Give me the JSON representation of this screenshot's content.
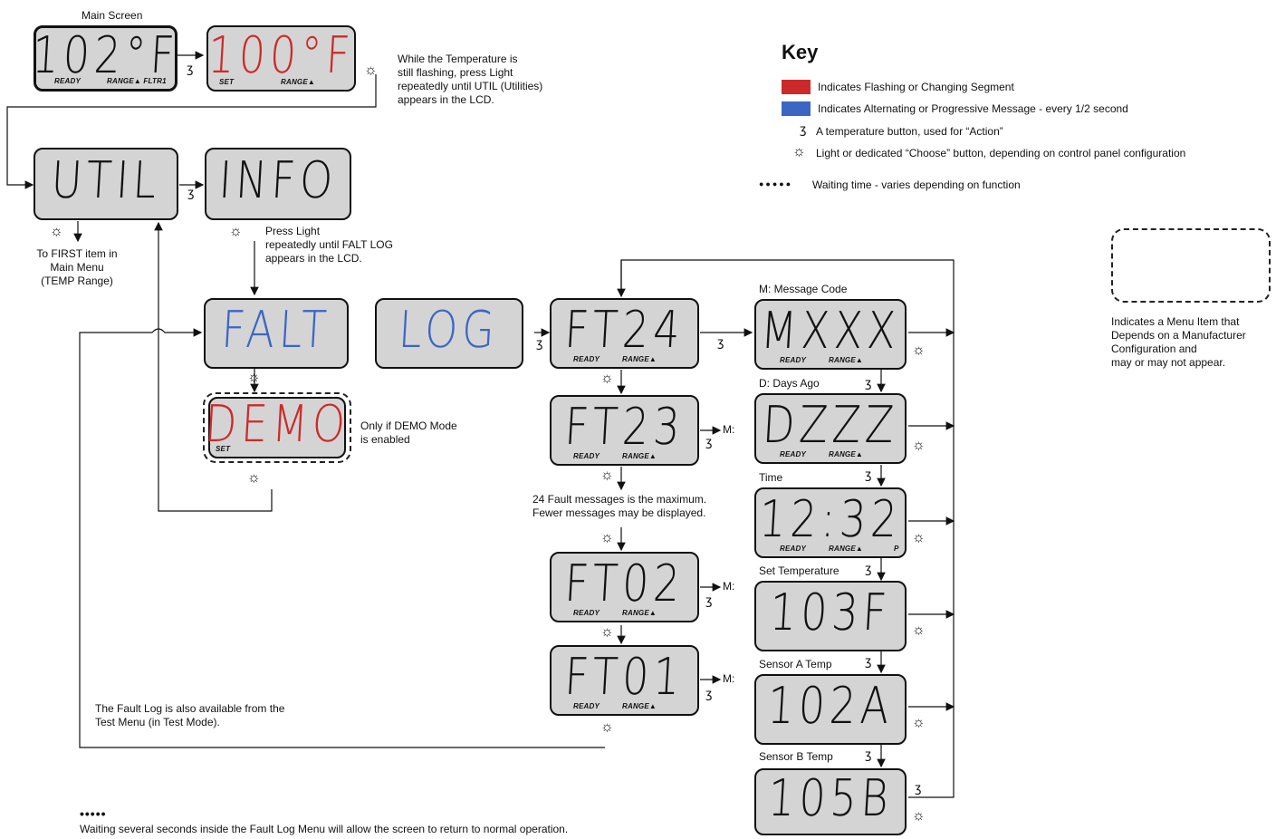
{
  "colors": {
    "flashing": "#cc2a2a",
    "alternating": "#3b66c3",
    "lcd_bg": "#d4d4d4"
  },
  "labels": {
    "main_screen": "Main Screen",
    "light_note": "While the Temperature is\nstill flashing, press Light\nrepeatedly until UTIL (Utilities)\nappears in the LCD.",
    "first_item": "To FIRST item in\nMain Menu\n(TEMP Range)",
    "press_light": "Press Light\nrepeatedly until FALT LOG\nappears in the LCD.",
    "demo_note": "Only if DEMO Mode\nis enabled",
    "max_note": "24 Fault messages is the maximum.\nFewer messages may be displayed.",
    "test_menu_note": "The Fault Log is also available from the\nTest Menu (in Test Mode).",
    "waiting_dots": "•••••",
    "waiting_note": "Waiting several seconds inside the Fault Log Menu will allow the screen to return to normal operation.",
    "msg_code": "M: Message Code",
    "days_ago": "D: Days Ago",
    "time": "Time",
    "set_temp": "Set Temperature",
    "sensor_a": "Sensor A Temp",
    "sensor_b": "Sensor B Temp",
    "m_label": "M:",
    "optional_note": "Indicates a Menu Item that\nDepends on a Manufacturer\nConfiguration and\nmay or may not appear."
  },
  "key": {
    "title": "Key",
    "flashing": "Indicates Flashing or Changing Segment",
    "alternating": "Indicates Alternating or Progressive Message - every 1/2 second",
    "temp_button": "A temperature button, used for “Action”",
    "light_button": "Light or dedicated “Choose” button, depending on control panel configuration",
    "waiting_dots": "●●●●●",
    "waiting": "Waiting time - varies depending on function"
  },
  "screens": {
    "main": {
      "text": "102°F",
      "ind1": "READY",
      "ind2": "RANGE▲ FLTR1"
    },
    "set": {
      "text": "100°F",
      "ind1": "SET",
      "ind2": "RANGE▲"
    },
    "util": {
      "text": "UTIL"
    },
    "info": {
      "text": "INFO"
    },
    "falt": {
      "text": "FALT"
    },
    "log": {
      "text": "LOG"
    },
    "demo": {
      "text": "DEMO",
      "ind1": "SET"
    },
    "ft24": {
      "text": "FT24",
      "ind1": "READY",
      "ind2": "RANGE▲"
    },
    "ft23": {
      "text": "FT23",
      "ind1": "READY",
      "ind2": "RANGE▲"
    },
    "ft02": {
      "text": "FT02",
      "ind1": "READY",
      "ind2": "RANGE▲"
    },
    "ft01": {
      "text": "FT01",
      "ind1": "READY",
      "ind2": "RANGE▲"
    },
    "mxxx": {
      "text": "MXXX",
      "ind1": "READY",
      "ind2": "RANGE▲"
    },
    "dzzz": {
      "text": "DZZZ",
      "ind1": "READY",
      "ind2": "RANGE▲"
    },
    "time": {
      "text": "12:32",
      "ind1": "READY",
      "ind2": "RANGE▲",
      "ind3": "P"
    },
    "settemp": {
      "text": "103F"
    },
    "sensa": {
      "text": "102A"
    },
    "sensb": {
      "text": "105B"
    }
  },
  "icons": {
    "light": "light-sun-icon",
    "temp": "temperature-hook-icon"
  }
}
